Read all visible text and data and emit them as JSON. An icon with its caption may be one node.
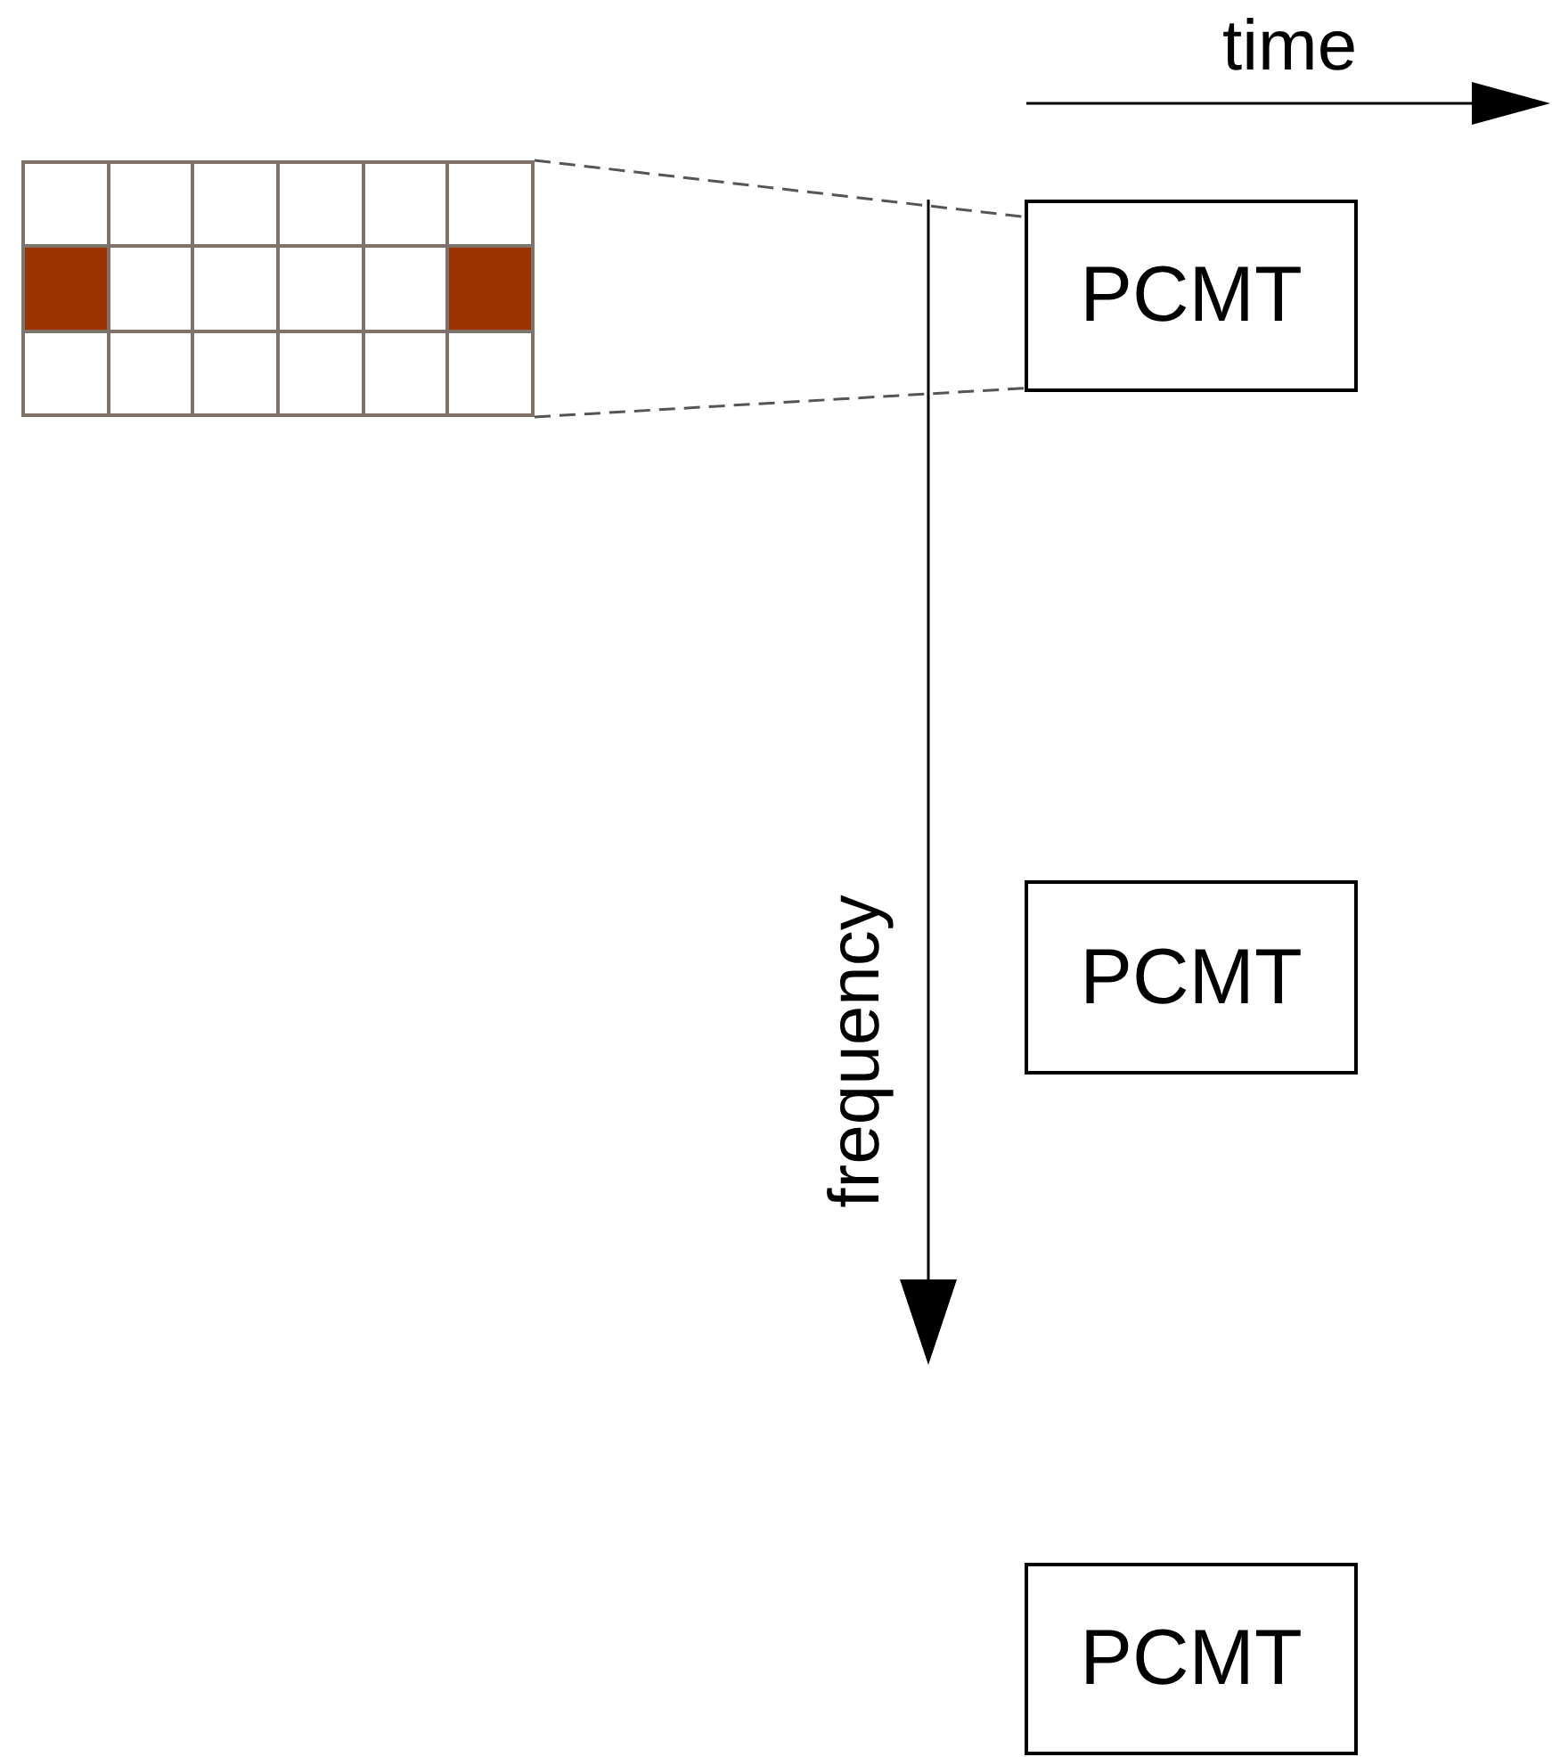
{
  "diagram": {
    "nodes": [
      {
        "text": [],
        "shape": "grid"
      },
      {
        "text": [
          "PCMT"
        ]
      },
      {
        "text": [
          "PCMT"
        ]
      },
      {
        "text": [
          "PCMT"
        ]
      }
    ],
    "edges": [
      {
        "from": 0,
        "to": 1,
        "arrow": "none",
        "style": "dashed"
      },
      {
        "from": 0,
        "to": 1,
        "arrow": "none",
        "style": "dashed"
      }
    ],
    "labels": [
      "time",
      "frequency"
    ]
  }
}
